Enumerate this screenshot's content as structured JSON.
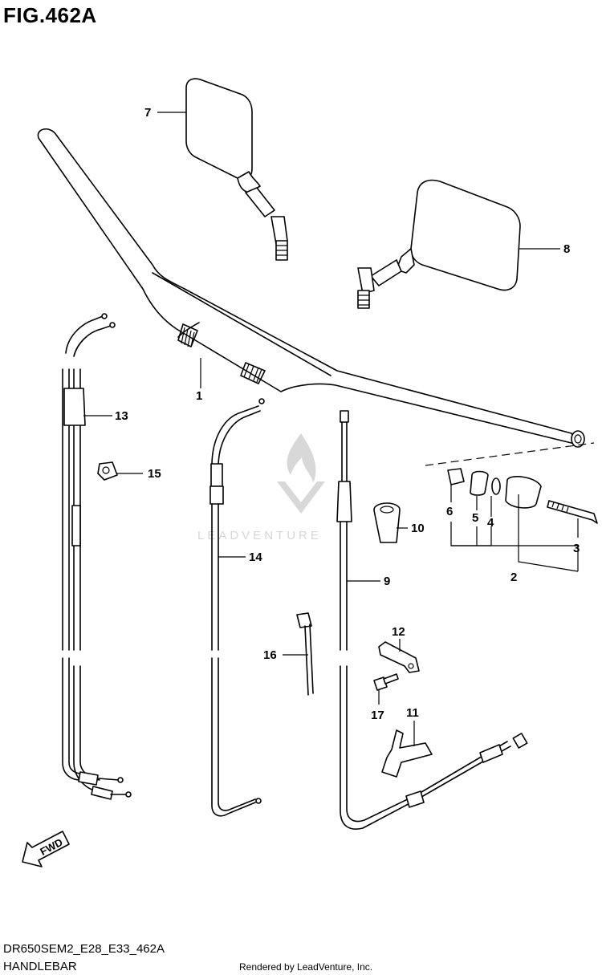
{
  "figure": {
    "title": "FIG.462A",
    "code": "DR650SEM2_E28_E33_462A",
    "name": "HANDLEBAR",
    "credit": "Rendered by LeadVenture, Inc.",
    "watermark": "LEADVENTURE",
    "fwd_label": "FWD"
  },
  "callouts": [
    {
      "id": "1",
      "label": "1"
    },
    {
      "id": "2",
      "label": "2"
    },
    {
      "id": "3",
      "label": "3"
    },
    {
      "id": "4",
      "label": "4"
    },
    {
      "id": "5",
      "label": "5"
    },
    {
      "id": "6",
      "label": "6"
    },
    {
      "id": "7",
      "label": "7"
    },
    {
      "id": "8",
      "label": "8"
    },
    {
      "id": "9",
      "label": "9"
    },
    {
      "id": "10",
      "label": "10"
    },
    {
      "id": "11",
      "label": "11"
    },
    {
      "id": "12",
      "label": "12"
    },
    {
      "id": "13",
      "label": "13"
    },
    {
      "id": "14",
      "label": "14"
    },
    {
      "id": "15",
      "label": "15"
    },
    {
      "id": "16",
      "label": "16"
    },
    {
      "id": "17",
      "label": "17"
    }
  ]
}
